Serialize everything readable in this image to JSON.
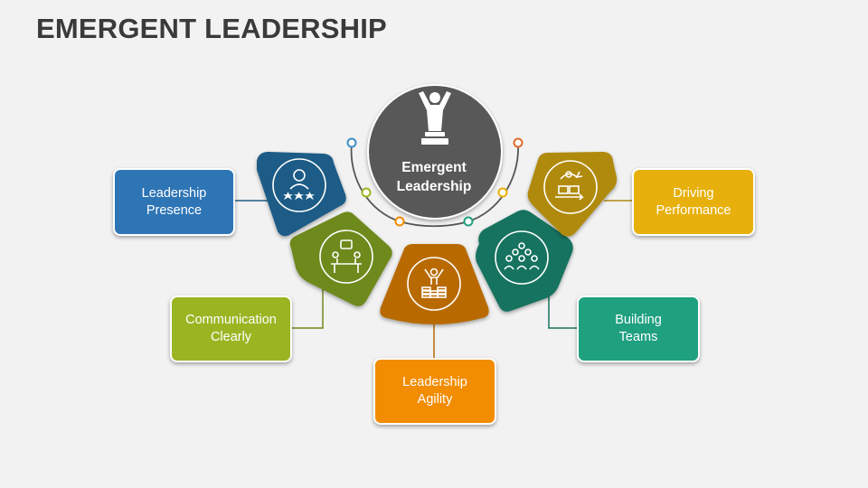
{
  "title": "EMERGENT LEADERSHIP",
  "center": {
    "label": "Emergent\nLeadership",
    "icon": "leader-on-podium-icon",
    "color": "#595959"
  },
  "items": [
    {
      "id": "leadership-presence",
      "label": "Leadership\nPresence",
      "color": "#2e75b6",
      "segment_color": "#1f5c86",
      "icon": "person-with-stars-icon"
    },
    {
      "id": "communication-clearly",
      "label": "Communication\nClearly",
      "color": "#9ab522",
      "segment_color": "#6e891b",
      "icon": "meeting-chat-icon"
    },
    {
      "id": "leadership-agility",
      "label": "Leadership\nAgility",
      "color": "#f28c00",
      "segment_color": "#b86a04",
      "icon": "person-on-coin-stacks-icon"
    },
    {
      "id": "building-teams",
      "label": "Building\nTeams",
      "color": "#1fa07f",
      "segment_color": "#17735e",
      "icon": "team-group-icon"
    },
    {
      "id": "driving-performance",
      "label": "Driving\nPerformance",
      "color": "#e8b00c",
      "segment_color": "#b08a0d",
      "icon": "growth-presentation-icon"
    }
  ],
  "connector_dot_colors": [
    "#3f8fc6",
    "#9ab522",
    "#f28c00",
    "#1fa07f",
    "#e06b2b"
  ]
}
